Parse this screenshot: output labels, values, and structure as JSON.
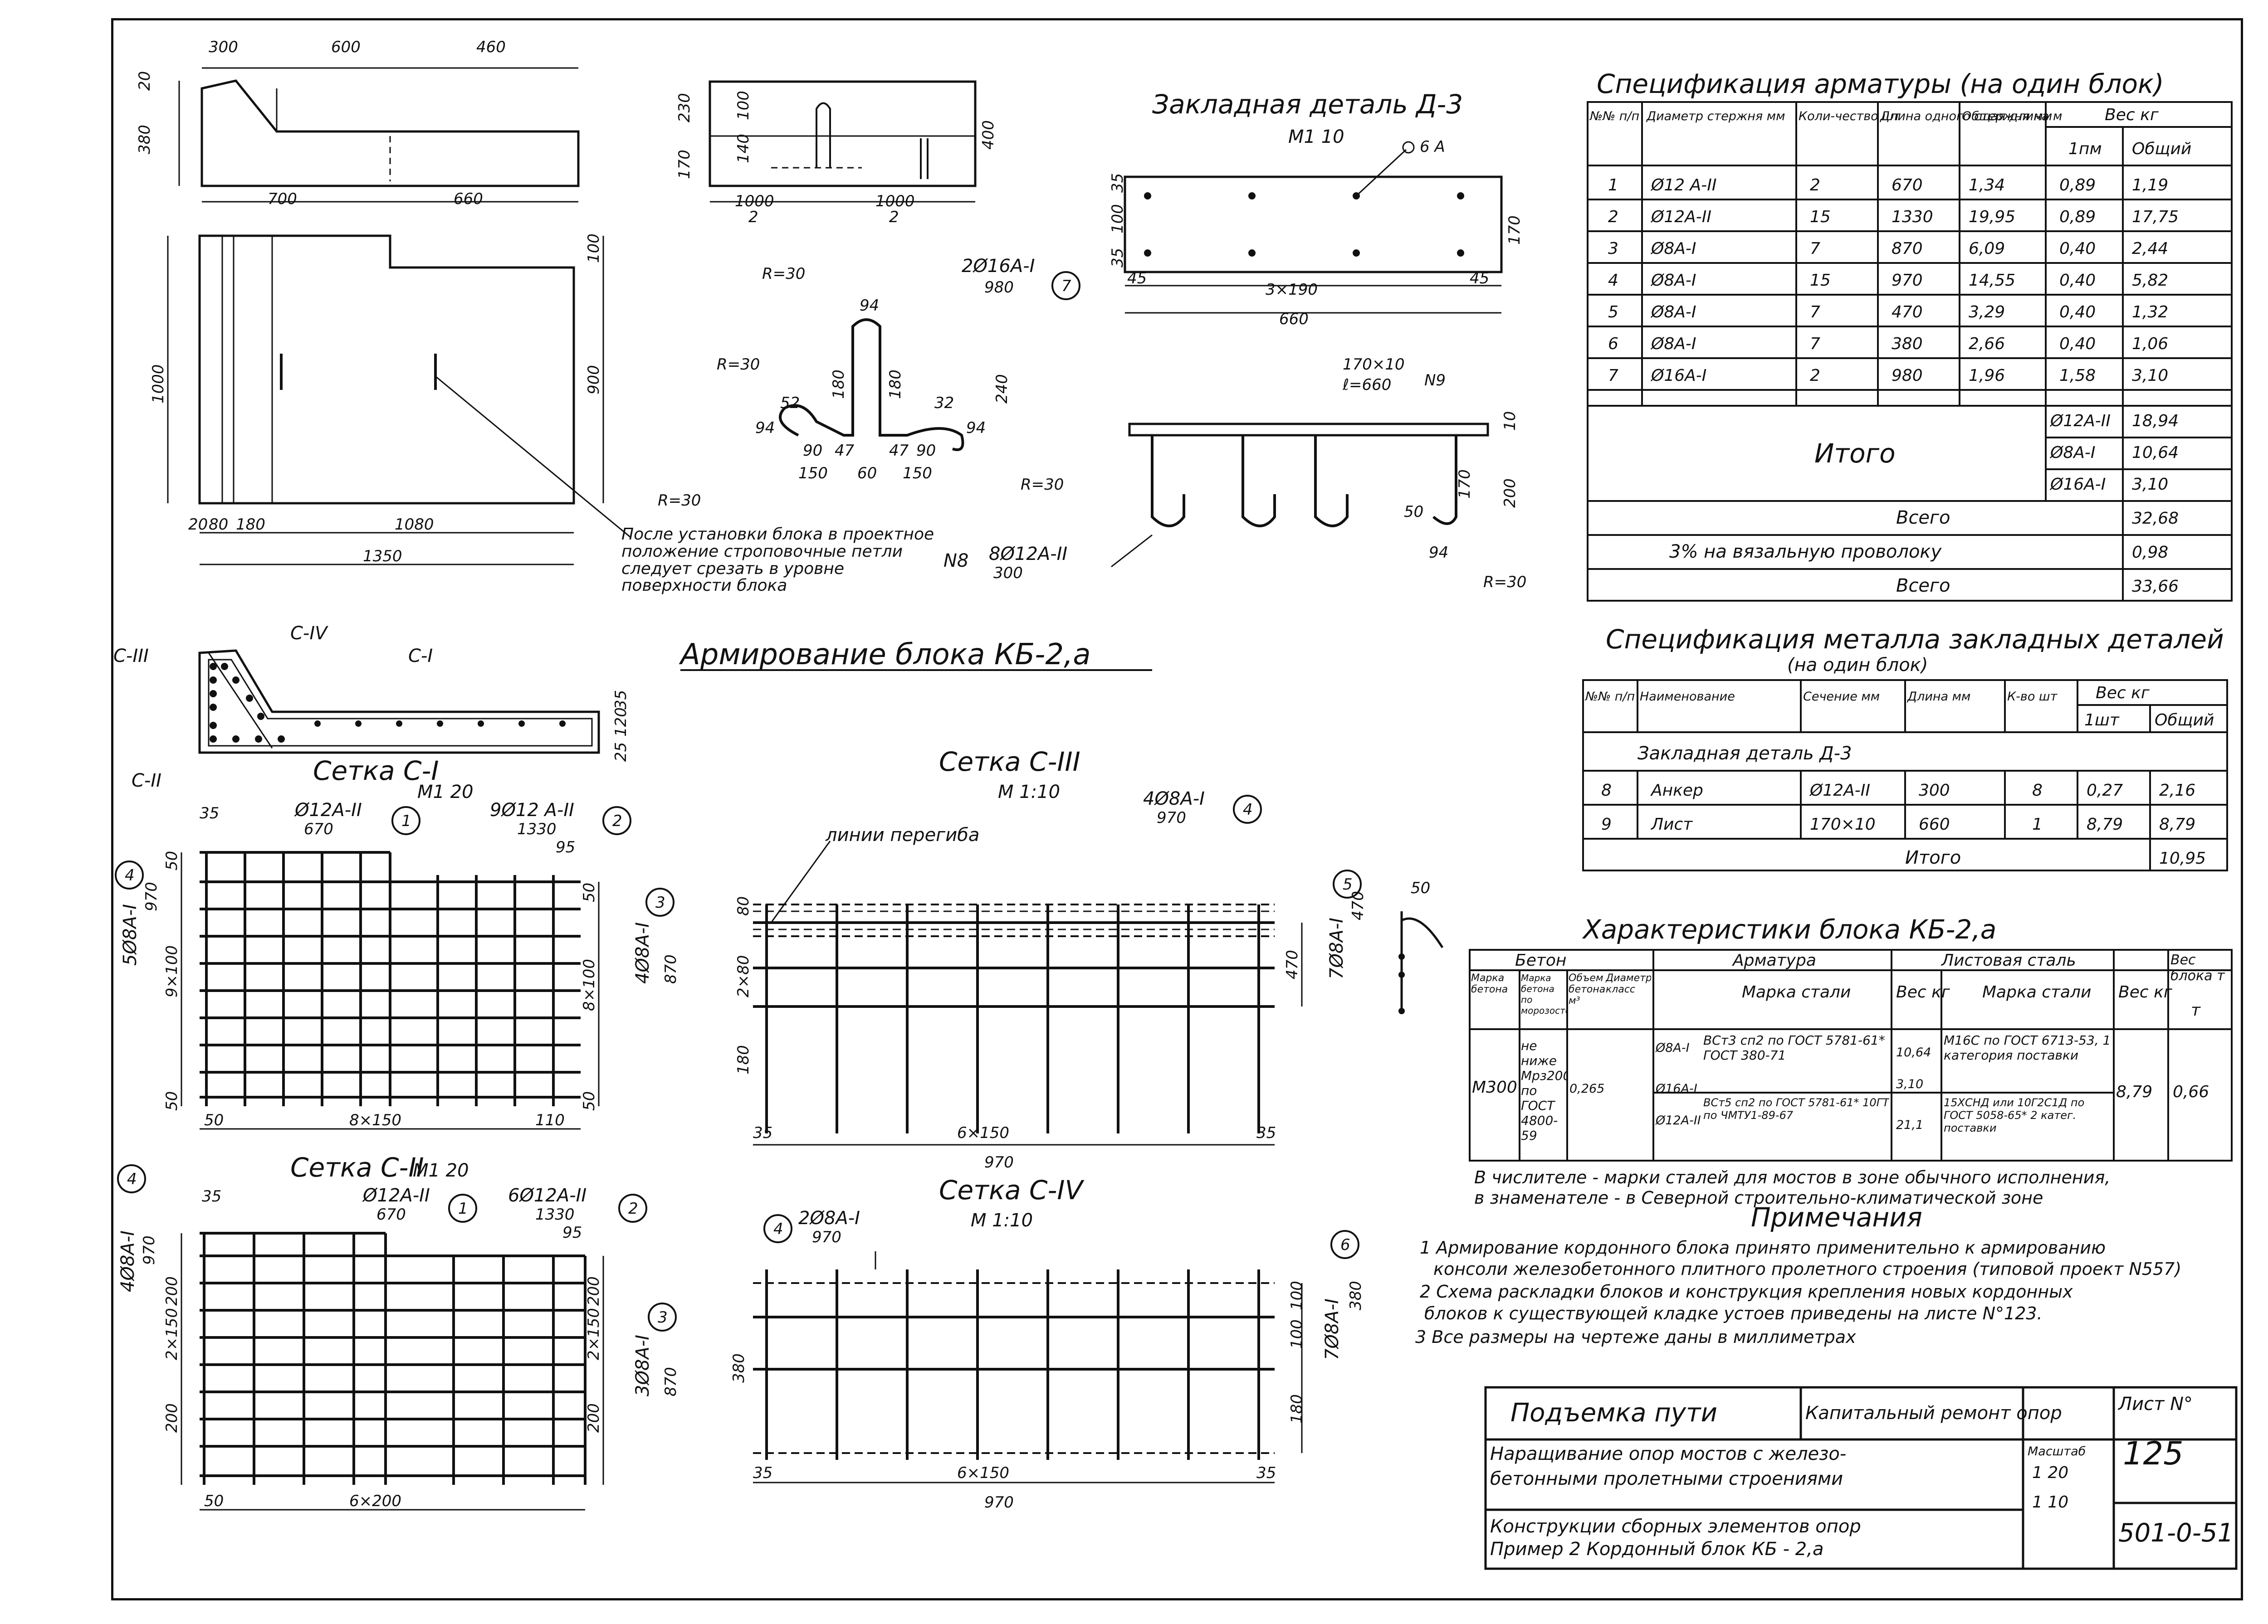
{
  "drawing": {
    "main_title": "Армирование блока КБ-2,а",
    "embedded_title": "Закладная деталь Д-3",
    "embedded_scale": "М1 10",
    "embedded_note": "6 А",
    "embedded_dims": {
      "d35": "35",
      "d100": "100",
      "d35b": "35",
      "d170": "170",
      "d45": "45",
      "d3x190": "3×190",
      "d45b": "45",
      "d660": "660"
    },
    "plate_label": "170×10",
    "plate_length": "ℓ=660",
    "plate_mark": "N9",
    "anchor_label": "8Ø12А-II",
    "anchor_len": "300",
    "anchor_mark": "N8",
    "anchor_dims": {
      "r": "R=30",
      "d10": "10",
      "d170": "170",
      "d200": "200",
      "d94": "94",
      "d50": "50"
    },
    "bar7": {
      "label": "2Ø16А-I",
      "length": "980",
      "num": "7",
      "r1": "R=30",
      "r2": "R=30",
      "r3": "R=30",
      "r4": "R=30",
      "d94a": "94",
      "d180a": "180",
      "d180b": "180",
      "d240": "240",
      "d52": "52",
      "d32": "32",
      "d90a": "90",
      "d47a": "47",
      "d47b": "47",
      "d90b": "90",
      "d94b": "94",
      "d94c": "94",
      "d150a": "150",
      "d60": "60",
      "d150b": "150"
    },
    "block_dims_top": [
      "300",
      "600",
      "460"
    ],
    "block_dims_left": [
      "20",
      "380"
    ],
    "block_dims_bottom": [
      "700",
      "660"
    ],
    "block_plan_dims": {
      "d1000": "1000",
      "d900": "900",
      "d100": "100",
      "d20": "20",
      "d80": "80",
      "d180": "180",
      "d1080": "1080",
      "d1350": "1350"
    },
    "section_dims": {
      "d230": "230",
      "d170": "170",
      "d100": "100",
      "d140": "140",
      "d400": "400",
      "d1000a": "1000",
      "d2a": "2",
      "d1000b": "1000",
      "d2b": "2"
    },
    "loop_note": "После установки блока в проектное положение строповочные петли следует срезать в уровне поверхности блока",
    "section_labels": {
      "c1": "С-I",
      "c2": "С-II",
      "c3": "С-III",
      "c4": "С-IV",
      "d35": "35",
      "d120": "120",
      "d25": "25"
    },
    "mesh_c1": {
      "title": "Сетка С-I",
      "scale": "М1 20",
      "bar1": "Ø12А-II",
      "bar1_len": "670",
      "n1": "1",
      "bar2": "9Ø12 А-II",
      "bar2_len": "1330",
      "n2": "2",
      "bar3": "4Ø8А-I",
      "bar3_len": "870",
      "n3": "3",
      "bar4": "5Ø8А-I",
      "bar4_len": "970",
      "n4": "4",
      "d35": "35",
      "d95": "95",
      "d50a": "50",
      "d9x100": "9×100",
      "d50b": "50",
      "d8x100": "8×100",
      "d50c": "50",
      "d50d": "50",
      "d8x150": "8×150",
      "d110": "110",
      "d50e": "50"
    },
    "mesh_c2": {
      "title": "Сетка С-II",
      "scale": "М1 20",
      "bar1": "Ø12А-II",
      "bar1_len": "670",
      "n1": "1",
      "bar2": "6Ø12А-II",
      "bar2_len": "1330",
      "n2": "2",
      "bar3": "3Ø8А-I",
      "bar3_len": "870",
      "n3": "3",
      "bar4": "4Ø8А-I",
      "bar4_len": "970",
      "n4": "4",
      "d35": "35",
      "d95": "95",
      "d2x150a": "2×150",
      "d2x150b": "2×150",
      "d200a": "200",
      "d200b": "200",
      "d200c": "200",
      "d200d": "200",
      "d6x200": "6×200",
      "d50": "50"
    },
    "mesh_c3": {
      "title": "Сетка С-III",
      "scale": "М 1:10",
      "bar": "4Ø8А-I",
      "bar_len": "970",
      "n4": "4",
      "bar5": "7Ø8А-I",
      "bar5_len": "470",
      "n5": "5",
      "bend_label": "линии перегиба",
      "d50": "50",
      "d80": "80",
      "d2x80": "2×80",
      "d180": "180",
      "d470": "470",
      "d35a": "35",
      "d6x150": "6×150",
      "d35b": "35",
      "d970": "970"
    },
    "mesh_c4": {
      "title": "Сетка С-IV",
      "scale": "М 1:10",
      "bar": "2Ø8А-I",
      "bar_len": "970",
      "n4": "4",
      "bar6": "7Ø8А-I",
      "bar6_len": "380",
      "n6": "6",
      "d380": "380",
      "d100a": "100",
      "d100b": "100",
      "d180": "180",
      "d35a": "35",
      "d6x150": "6×150",
      "d35b": "35",
      "d970": "970"
    }
  },
  "spec_rebar": {
    "title": "Спецификация арматуры (на один блок)",
    "headers": [
      "№№ п/п",
      "Диаметр стержня мм",
      "Коли-чество шт",
      "Длина одного стержня мм",
      "Общая длина м",
      "Вес кг",
      "1пм",
      "Общий"
    ],
    "rows": [
      [
        "1",
        "Ø12 А-II",
        "2",
        "670",
        "1,34",
        "0,89",
        "1,19"
      ],
      [
        "2",
        "Ø12А-II",
        "15",
        "1330",
        "19,95",
        "0,89",
        "17,75"
      ],
      [
        "3",
        "Ø8А-I",
        "7",
        "870",
        "6,09",
        "0,40",
        "2,44"
      ],
      [
        "4",
        "Ø8А-I",
        "15",
        "970",
        "14,55",
        "0,40",
        "5,82"
      ],
      [
        "5",
        "Ø8А-I",
        "7",
        "470",
        "3,29",
        "0,40",
        "1,32"
      ],
      [
        "6",
        "Ø8А-I",
        "7",
        "380",
        "2,66",
        "0,40",
        "1,06"
      ],
      [
        "7",
        "Ø16А-I",
        "2",
        "980",
        "1,96",
        "1,58",
        "3,10"
      ]
    ],
    "itogo_label": "Итого",
    "itogo": [
      [
        "Ø12А-II",
        "18,94"
      ],
      [
        "Ø8А-I",
        "10,64"
      ],
      [
        "Ø16А-I",
        "3,10"
      ]
    ],
    "vsego_label": "Всего",
    "vsego": "32,68",
    "wire_label": "3% на вязальную проволоку",
    "wire": "0,98",
    "total_label": "Всего",
    "total": "33,66"
  },
  "spec_metal": {
    "title": "Спецификация металла закладных деталей",
    "subtitle": "(на один блок)",
    "headers": [
      "№№ п/п",
      "Наименование",
      "Сечение мм",
      "Длина мм",
      "К-во шт",
      "Вес кг",
      "1шт",
      "Общий"
    ],
    "group": "Закладная деталь Д-3",
    "rows": [
      [
        "8",
        "Анкер",
        "Ø12А-II",
        "300",
        "8",
        "0,27",
        "2,16"
      ],
      [
        "9",
        "Лист",
        "170×10",
        "660",
        "1",
        "8,79",
        "8,79"
      ]
    ],
    "itogo_label": "Итого",
    "itogo": "10,95"
  },
  "characteristics": {
    "title": "Характеристики блока КБ-2,а",
    "headers": {
      "beton": "Бетон",
      "armatura": "Арматура",
      "sheet_steel": "Листовая сталь",
      "block_weight": "Вес блока т",
      "mark": "Марка бетона",
      "mark_frost": "Марка бетона по морозостойкости",
      "volume": "Объем бетона м³",
      "diam_class": "Диаметр класс",
      "steel_grade": "Марка стали",
      "weight": "Вес кг",
      "sheet_grade": "Марка стали",
      "sheet_weight": "Вес кг",
      "unit_t": "т"
    },
    "mark": "М300",
    "frost": "не ниже Мрз200 по ГОСТ 4800-59",
    "volume": "0,265",
    "rows": [
      {
        "dc": "Ø8А-I",
        "grade": "ВСт3 сп2 по ГОСТ 5781-61* ГОСТ 380-71",
        "w": "10,64"
      },
      {
        "dc": "Ø16А-I",
        "grade": "",
        "w": "3,10"
      },
      {
        "dc": "Ø12А-II",
        "grade": "ВСт5 сп2 по ГОСТ 5781-61* 10ГТ по ЧМТУ1-89-67",
        "w": "21,1"
      }
    ],
    "sheet_grade": "М16С по ГОСТ 6713-53, 1 категория поставки",
    "sheet_grade2": "15ХСНД или 10Г2С1Д по ГОСТ 5058-65* 2 катег. поставки",
    "sheet_w": "8,79",
    "block_w": "0,66",
    "footnote1": "В числителе - марки сталей для мостов в зоне обычного исполнения,",
    "footnote2": "в знаменателе - в Северной строительно-климатической зоне"
  },
  "notes": {
    "title": "Примечания",
    "items": [
      "1 Армирование кордонного блока принято применительно к армированию",
      "консоли железобетонного плитного пролетного строения (типовой проект N557)",
      "2 Схема раскладки блоков и конструкция крепления новых кордонных",
      "блоков к существующей кладке устоев приведены на листе N°123.",
      "3 Все размеры на чертеже даны в миллиметрах"
    ]
  },
  "title_block": {
    "col1": "Подъемка пути",
    "col2": "Капитальный ремонт опор",
    "sheet_label": "Лист N°",
    "sheet_no": "125",
    "desc1": "Наращивание опор мостов с железо-",
    "desc2": "бетонными пролетными строениями",
    "desc3": "Конструкции сборных элементов опор",
    "desc4": "Пример 2 Кордонный блок КБ - 2,а",
    "scale_label": "Масштаб",
    "scale1": "1 20",
    "scale2": "1 10",
    "project": "501-0-51"
  }
}
